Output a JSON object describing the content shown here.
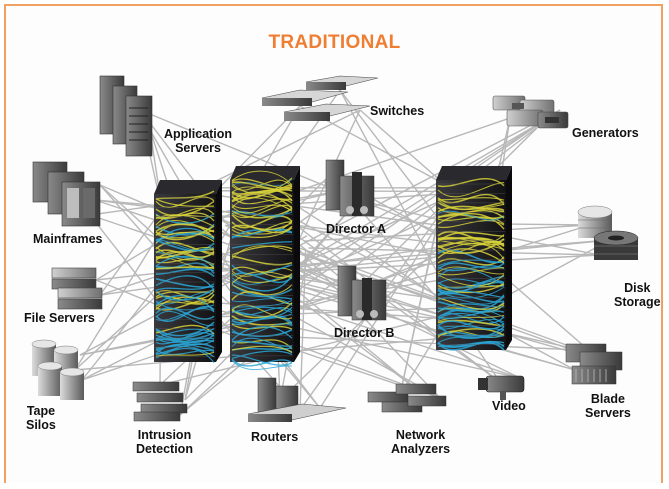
{
  "title": "TRADITIONAL",
  "colors": {
    "frame": "#f0a060",
    "title": "#ef7d32",
    "cable": "#b8b8b8",
    "rack": "#1f1f24",
    "fiber_yellow": "#d8d23a",
    "fiber_blue": "#2aa6d6"
  },
  "labels": {
    "application_servers": [
      "Application",
      "Servers"
    ],
    "switches": "Switches",
    "generators": "Generators",
    "mainframes": "Mainframes",
    "director_a": "Director A",
    "disk_storage": [
      "Disk",
      "Storage"
    ],
    "file_servers": "File Servers",
    "director_b": "Director B",
    "tape_silos": [
      "Tape",
      "Silos"
    ],
    "intrusion_detection": [
      "Intrusion",
      "Detection"
    ],
    "routers": "Routers",
    "network_analyzers": [
      "Network",
      "Analyzers"
    ],
    "video": "Video",
    "blade_servers": [
      "Blade",
      "Servers"
    ]
  }
}
